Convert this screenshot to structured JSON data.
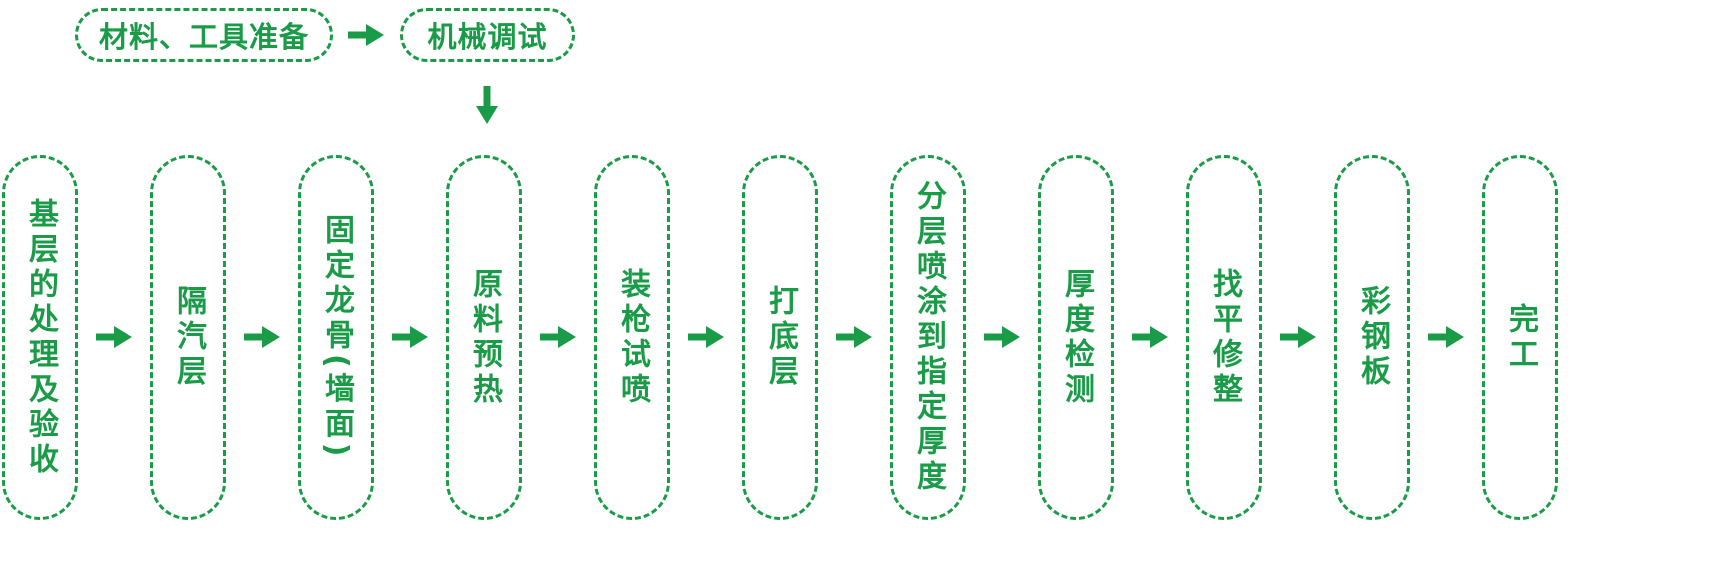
{
  "colors": {
    "green": "#1a9b47",
    "background": "#ffffff"
  },
  "diagram": {
    "type": "flowchart",
    "language": "zh-CN",
    "description_visible": false
  },
  "prep_flow": {
    "steps": [
      {
        "label": "材料、工具准备"
      },
      {
        "label": "机械调试"
      }
    ],
    "connectors": [
      {
        "icon": "arrow-right-icon",
        "from": "材料、工具准备",
        "to": "机械调试"
      },
      {
        "icon": "arrow-down-icon",
        "from": "机械调试",
        "to": "原料预热"
      }
    ]
  },
  "main_flow": {
    "steps": [
      {
        "label": "基层的处理及验收"
      },
      {
        "label": "隔汽层"
      },
      {
        "label": "固定龙骨(墙面)"
      },
      {
        "label": "原料预热"
      },
      {
        "label": "装枪试喷"
      },
      {
        "label": "打底层"
      },
      {
        "label": "分层喷涂到指定厚度"
      },
      {
        "label": "厚度检测"
      },
      {
        "label": "找平修整"
      },
      {
        "label": "彩钢板"
      },
      {
        "label": "完工"
      }
    ],
    "connector_icon": "arrow-right-icon"
  }
}
